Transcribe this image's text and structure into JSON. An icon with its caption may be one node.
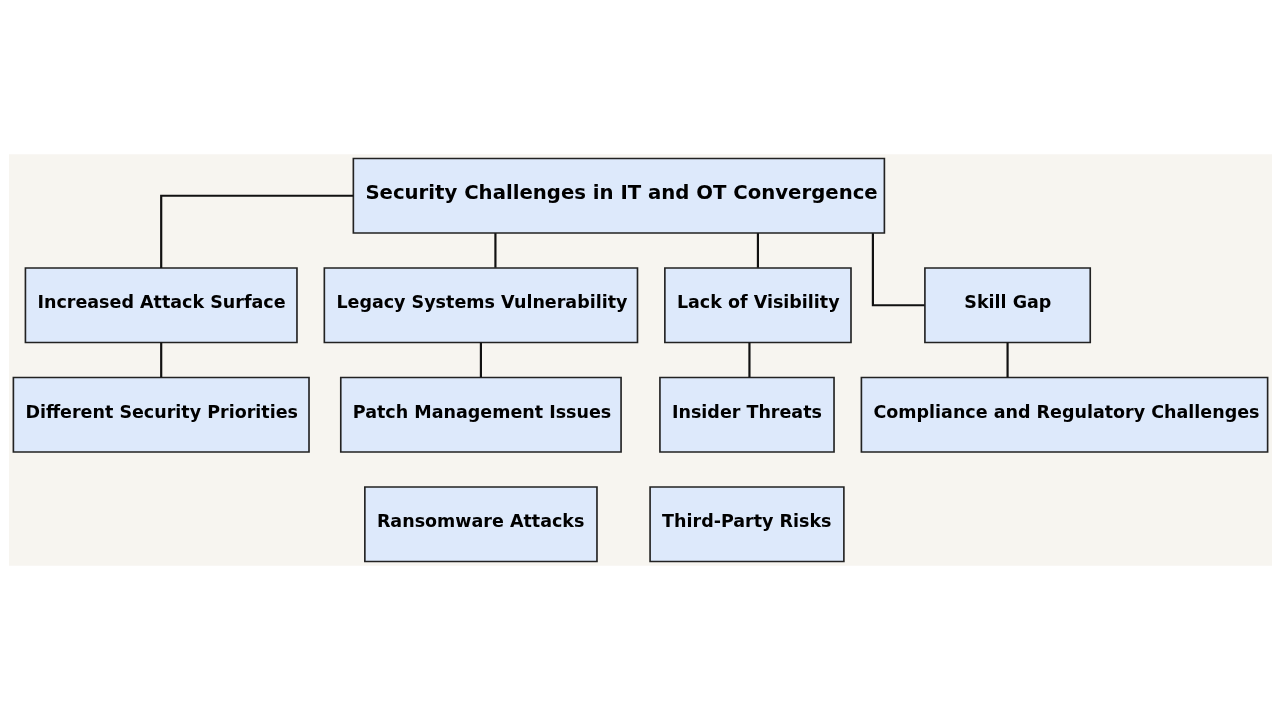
{
  "diagram": {
    "nodes": [
      {
        "text": [
          "Security Challenges in IT and OT Convergence"
        ]
      },
      {
        "text": [
          "Increased Attack Surface"
        ]
      },
      {
        "text": [
          "Legacy Systems Vulnerability"
        ]
      },
      {
        "text": [
          "Lack of Visibility"
        ]
      },
      {
        "text": [
          "Skill Gap"
        ]
      },
      {
        "text": [
          "Different Security Priorities"
        ]
      },
      {
        "text": [
          "Patch Management Issues"
        ]
      },
      {
        "text": [
          "Ransomware Attacks"
        ]
      },
      {
        "text": [
          "Insider Threats"
        ]
      },
      {
        "text": [
          "Third-Party Risks"
        ]
      },
      {
        "text": [
          "Compliance and Regulatory Challenges"
        ]
      }
    ],
    "edges": [
      {
        "from": 0,
        "to": 1,
        "arrow": "none"
      },
      {
        "from": 0,
        "to": 2,
        "arrow": "none"
      },
      {
        "from": 0,
        "to": 3,
        "arrow": "none"
      },
      {
        "from": 0,
        "to": 4,
        "arrow": "none"
      },
      {
        "from": 1,
        "to": 5,
        "arrow": "none"
      },
      {
        "from": 2,
        "to": 6,
        "arrow": "none"
      },
      {
        "from": 3,
        "to": 8,
        "arrow": "none"
      },
      {
        "from": 4,
        "to": 10,
        "arrow": "none"
      }
    ]
  }
}
